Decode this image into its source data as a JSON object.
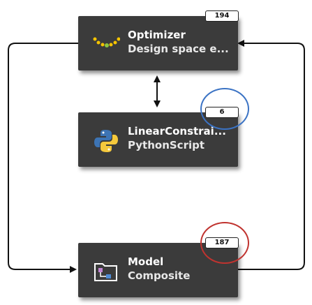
{
  "nodes": {
    "optimizer": {
      "title": "Optimizer",
      "subtitle": "Design space e...",
      "badge": "194",
      "icon": "optimizer-dots-icon"
    },
    "linear": {
      "title": "LinearConstrai...",
      "subtitle": "PythonScript",
      "badge": "6",
      "icon": "python-icon"
    },
    "model": {
      "title": "Model",
      "subtitle": "Composite",
      "badge": "187",
      "icon": "composite-folder-icon"
    }
  },
  "highlights": {
    "linear_badge_color": "#3b73c4",
    "model_badge_color": "#c0332f"
  },
  "colors": {
    "node_bg": "#3b3b3b",
    "wire": "#111111"
  }
}
